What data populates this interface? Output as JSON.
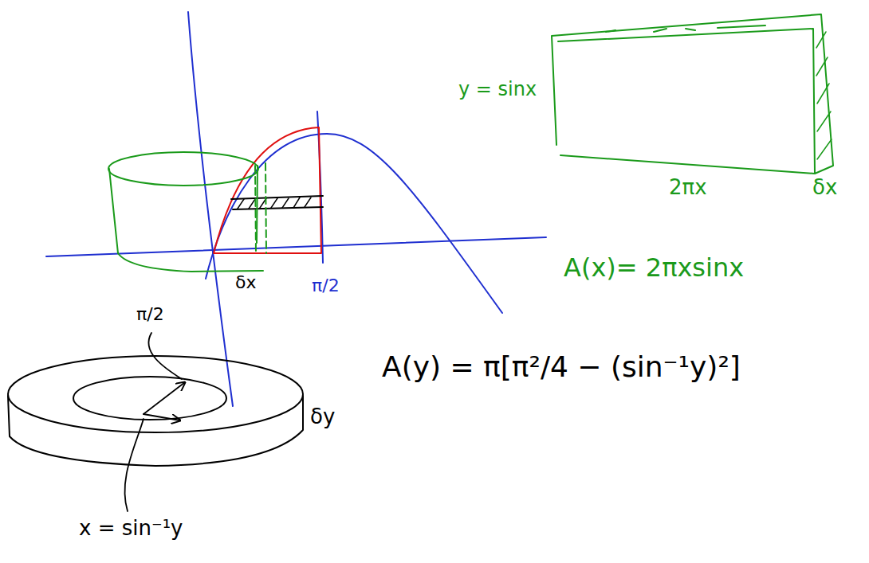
{
  "diagram": {
    "labels": [
      "y = sinx",
      "2πx",
      "δx",
      "A(x)= 2πxsinx",
      "δx",
      "π/2",
      "π/2",
      "A(y) = π[π²/4 − (sin⁻¹y)²]",
      "δy",
      "x = sin⁻¹y"
    ]
  }
}
